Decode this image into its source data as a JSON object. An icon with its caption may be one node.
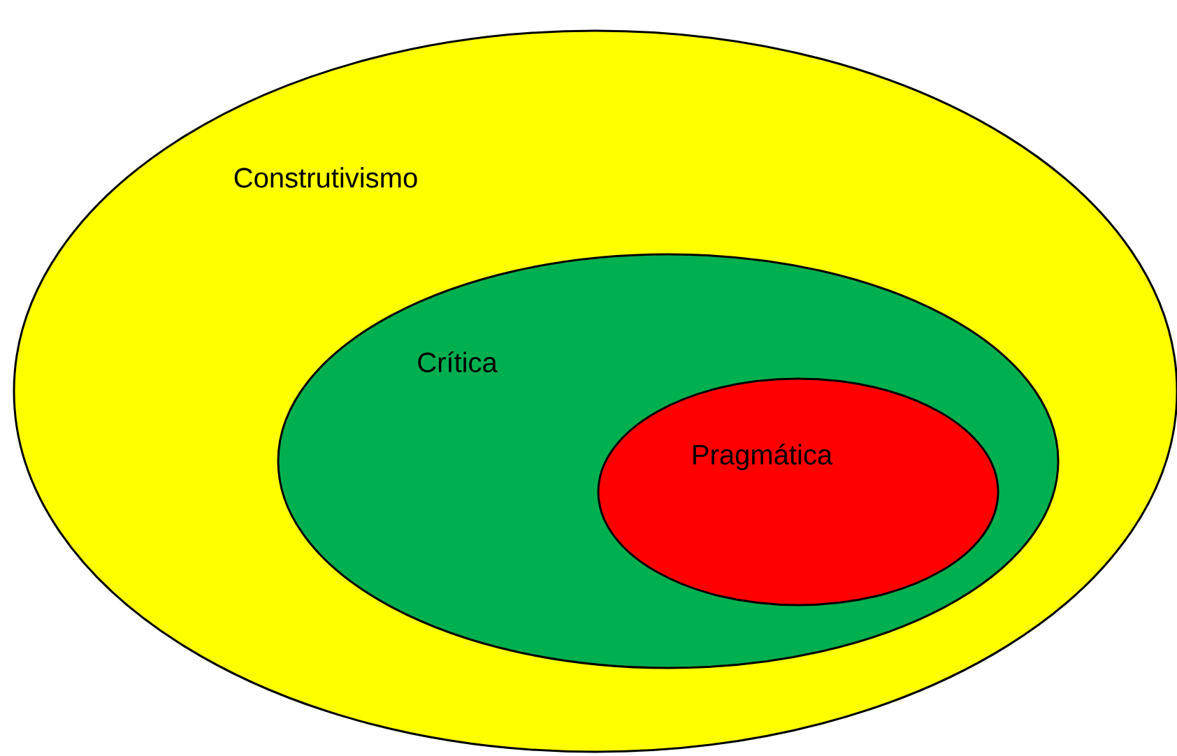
{
  "diagram": {
    "nodes": [
      {
        "text": [
          "Construtivismo"
        ]
      },
      {
        "text": [
          "Crítica"
        ],
        "in": 0
      },
      {
        "text": [
          "Pragmática"
        ],
        "in": 1
      }
    ]
  }
}
